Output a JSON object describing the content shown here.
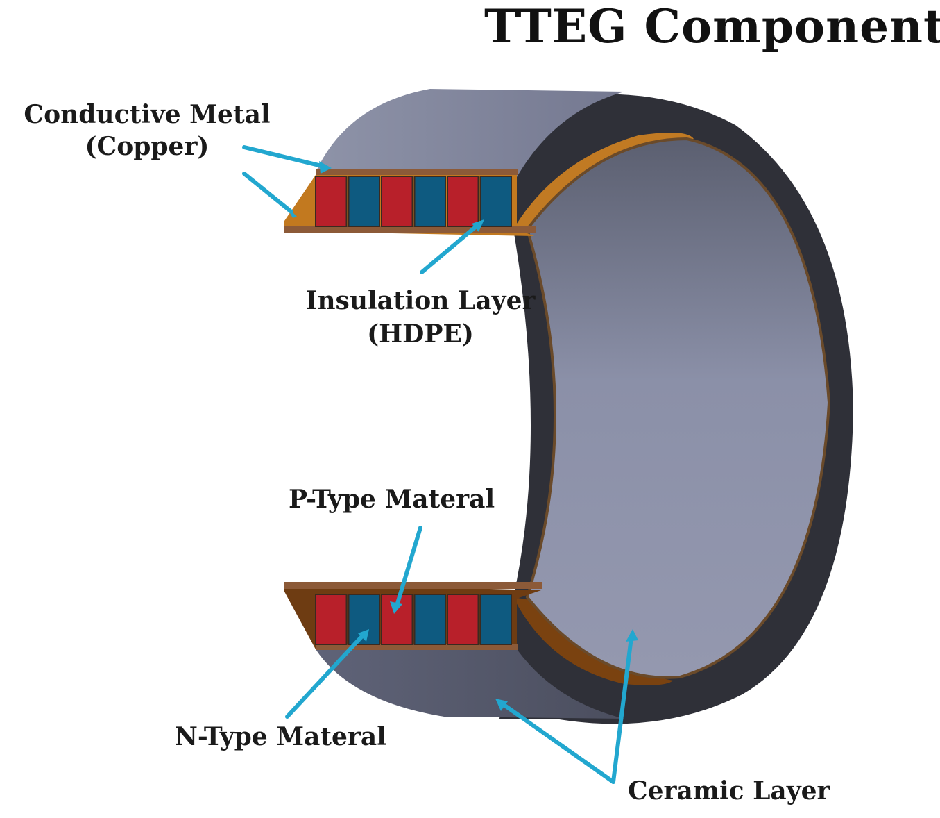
{
  "title": "TTEG Component",
  "labels": {
    "conductive_line1": "Conductive Metal",
    "conductive_line2": "(Copper)",
    "insulation_line1": "Insulation Layer",
    "insulation_line2": "(HDPE)",
    "p_type": "P-Type Materal",
    "n_type": "N-Type Materal",
    "ceramic": "Ceramic Layer"
  },
  "colors": {
    "p_type": "#b8202a",
    "n_type": "#0e5a80",
    "copper": "#b7661a",
    "ceramic": "#8d92a8",
    "arrow": "#22a7cf"
  }
}
